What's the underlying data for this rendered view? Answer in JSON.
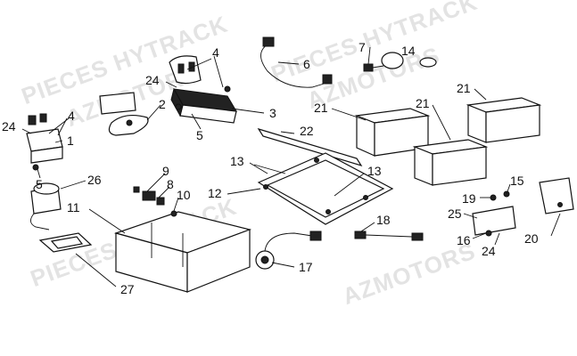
{
  "watermarks": [
    "PIECES HYTRACK",
    "AZMOTORS",
    "PIECES HYTRACK",
    "AZMOTORS",
    "PIECES HYTRACK",
    "AZMOTORS"
  ],
  "callouts": {
    "p1": "1",
    "p2": "2",
    "p3": "3",
    "p4a": "4",
    "p4b": "4",
    "p5a": "5",
    "p5b": "5",
    "p6": "6",
    "p7": "7",
    "p8": "8",
    "p9": "9",
    "p10": "10",
    "p11": "11",
    "p12": "12",
    "p13a": "13",
    "p13b": "13",
    "p14": "14",
    "p15": "15",
    "p16": "16",
    "p17": "17",
    "p18": "18",
    "p19": "19",
    "p20": "20",
    "p21a": "21",
    "p21b": "21",
    "p21c": "21",
    "p22": "22",
    "p24a": "24",
    "p24b": "24",
    "p24c": "24",
    "p25": "25",
    "p26": "26",
    "p27": "27"
  }
}
